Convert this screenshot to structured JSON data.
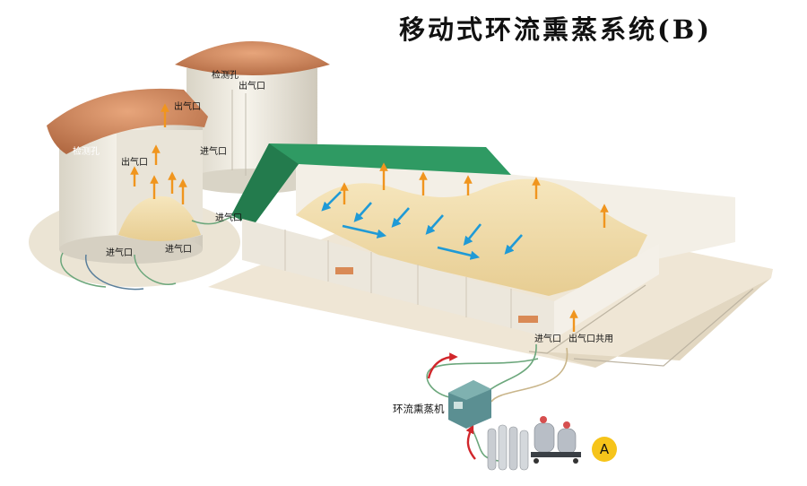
{
  "title": "移动式环流熏蒸系统(B)",
  "labels": {
    "detect_hole_right": "检测孔",
    "outlet_right_silo": "出气口",
    "detect_hole_left": "检测孔",
    "outlet_left_silo_top": "出气口",
    "outlet_left_silo_mid": "出气口",
    "inlet_right_silo": "进气口",
    "inlet_left_silo_side": "进气口",
    "inlet_left_silo_bottom": "进气口",
    "inlet_left_silo_base": "进气口",
    "warehouse_inlet": "进气口",
    "warehouse_outlet_shared": "出气口共用",
    "machine": "环流熏蒸机"
  },
  "badge": "A",
  "colors": {
    "roof_green": "#2f9a63",
    "silo_roof": "#c98458",
    "grain": "#f1dba7",
    "up_arrow": "#f0951e",
    "circulation_arrow": "#1f9ad6",
    "red_arrow": "#d1262b",
    "ground": "#efe6d5"
  }
}
